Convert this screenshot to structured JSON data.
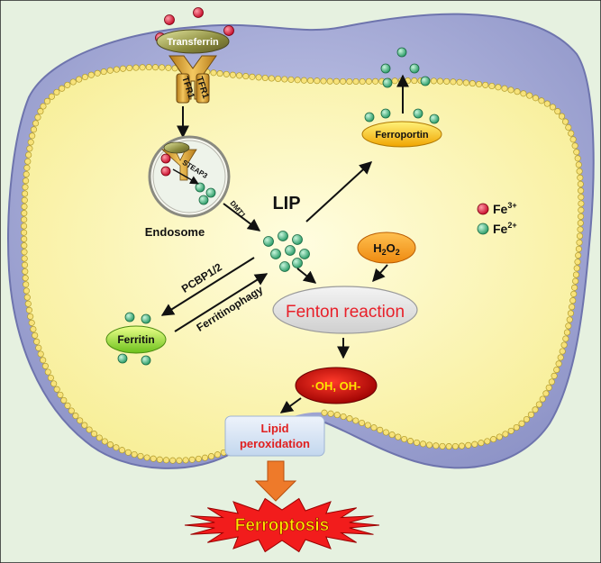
{
  "diagram": {
    "transferrin": "Transferrin",
    "tfr1_left": "TFR1",
    "tfr1_right": "TFR1",
    "steap3": "STEAP3",
    "dmt1": "DMT1",
    "endosome": "Endosome",
    "lip": "LIP",
    "ferroportin": "Ferroportin",
    "fe3": "Fe",
    "fe3_charge": "3+",
    "fe2": "Fe",
    "fe2_charge": "2+",
    "h2o2_main": "H",
    "h2o2_sub1": "2",
    "h2o2_mid": "O",
    "h2o2_sub2": "2",
    "fenton": "Fenton reaction",
    "pcbp": "PCBP1/2",
    "ferritinophagy": "Ferritinophagy",
    "ferritin": "Ferritin",
    "radicals": "·OH, OH-",
    "lipid_line1": "Lipid",
    "lipid_line2": "peroxidation",
    "ferroptosis": "Ferroptosis"
  },
  "colors": {
    "background": "#e6f1e0",
    "membrane": "#9aa0cf",
    "cytoplasm": "#fdf8c4",
    "fe3": "#c8102e",
    "fe2": "#2e9e6a",
    "fenton_text": "#e8202a",
    "lipid_text": "#e02020",
    "burst": "#f21c1c",
    "ferroptosis_text": "#ffe400",
    "arrow_orange": "#ee7a2a"
  }
}
